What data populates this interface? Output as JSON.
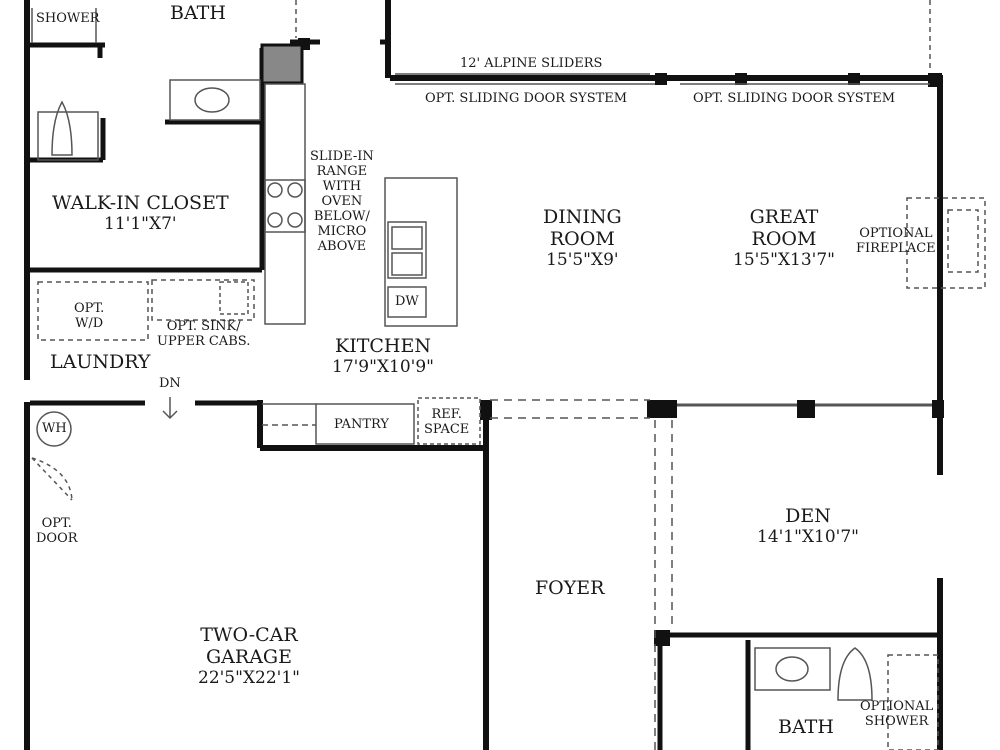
{
  "plan": {
    "rooms": {
      "bath_top": "BATH",
      "shower_top": "SHOWER",
      "walk_in_closet": {
        "name": "WALK-IN CLOSET",
        "size": "11'1\"X7'"
      },
      "laundry": "LAUNDRY",
      "kitchen": {
        "name": "KITCHEN",
        "size": "17'9\"X10'9\""
      },
      "dining": {
        "name1": "DINING",
        "name2": "ROOM",
        "size": "15'5\"X9'"
      },
      "great": {
        "name1": "GREAT",
        "name2": "ROOM",
        "size": "15'5\"X13'7\""
      },
      "den": {
        "name": "DEN",
        "size": "14'1\"X10'7\""
      },
      "foyer": "FOYER",
      "garage": {
        "name1": "TWO-CAR",
        "name2": "GARAGE",
        "size": "22'5\"X22'1\""
      },
      "bath_bottom": "BATH"
    },
    "notes": {
      "alpine_sliders": "12' ALPINE SLIDERS",
      "sliding_door_1": "OPT. SLIDING DOOR SYSTEM",
      "sliding_door_2": "OPT. SLIDING DOOR SYSTEM",
      "range": [
        "SLIDE-IN",
        "RANGE",
        "WITH",
        "OVEN",
        "BELOW/",
        "MICRO",
        "ABOVE"
      ],
      "fireplace": [
        "OPTIONAL",
        "FIREPLACE"
      ],
      "dw": "DW",
      "opt_wd": [
        "OPT.",
        "W/D"
      ],
      "opt_sink": [
        "OPT. SINK/",
        "UPPER CABS."
      ],
      "dn": "DN",
      "pantry": "PANTRY",
      "ref_space": [
        "REF.",
        "SPACE"
      ],
      "wh": "WH",
      "opt_door": [
        "OPT.",
        "DOOR"
      ],
      "opt_shower": [
        "OPTIONAL",
        "SHOWER"
      ]
    }
  }
}
